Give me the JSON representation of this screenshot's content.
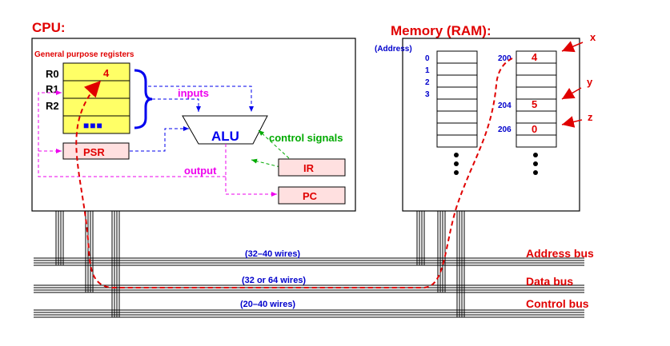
{
  "cpu": {
    "title": "CPU:",
    "registers_label": "General purpose registers",
    "registers": [
      "R0",
      "R1",
      "R2"
    ],
    "r0_value": "4",
    "ellipsis": "■■■",
    "inputs_label": "inputs",
    "alu_label": "ALU",
    "control_signals_label": "control signals",
    "psr_label": "PSR",
    "ir_label": "IR",
    "output_label": "output",
    "pc_label": "PC"
  },
  "memory": {
    "title": "Memory (RAM):",
    "address_header": "(Address)",
    "left_addresses": [
      "0",
      "1",
      "2",
      "3"
    ],
    "right_addresses": [
      "200",
      "204",
      "206"
    ],
    "cell_values": [
      "4",
      "5",
      "0"
    ],
    "variables": [
      "x",
      "y",
      "z"
    ]
  },
  "buses": [
    {
      "name": "Address bus",
      "wires": "(32–40 wires)"
    },
    {
      "name": "Data bus",
      "wires": "(32 or 64 wires)"
    },
    {
      "name": "Control bus",
      "wires": "(20–40 wires)"
    }
  ],
  "colors": {
    "title_red": "#e00000",
    "register_fill": "#ffff66",
    "box_fill": "#ffe0e0",
    "bracket_blue": "#0000ee",
    "magenta": "#ee00ee",
    "green": "#00aa00",
    "address_blue": "#0000cc"
  }
}
